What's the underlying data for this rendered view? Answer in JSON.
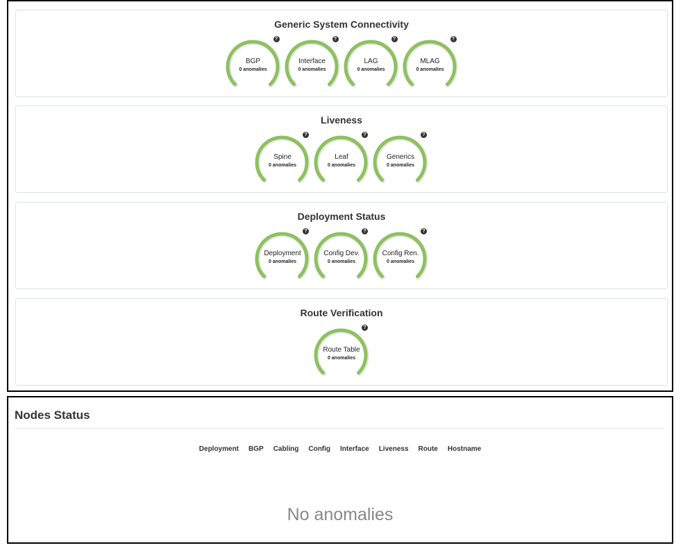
{
  "sections": [
    {
      "title": "Generic System Connectivity",
      "gauges": [
        {
          "label": "BGP",
          "sub": "0 anomalies"
        },
        {
          "label": "Interface",
          "sub": "0 anomalies"
        },
        {
          "label": "LAG",
          "sub": "0 anomalies"
        },
        {
          "label": "MLAG",
          "sub": "0 anomalies"
        }
      ]
    },
    {
      "title": "Liveness",
      "gauges": [
        {
          "label": "Spine",
          "sub": "0 anomalies"
        },
        {
          "label": "Leaf",
          "sub": "0 anomalies"
        },
        {
          "label": "Generics",
          "sub": "0 anomalies"
        }
      ]
    },
    {
      "title": "Deployment Status",
      "gauges": [
        {
          "label": "Deployment",
          "sub": "0 anomalies"
        },
        {
          "label": "Config Dev.",
          "sub": "0 anomalies"
        },
        {
          "label": "Config Ren.",
          "sub": "0 anomalies"
        }
      ]
    },
    {
      "title": "Route Verification",
      "gauges": [
        {
          "label": "Route Table",
          "sub": "0 anomalies"
        }
      ]
    }
  ],
  "help_glyph": "?",
  "nodes_status": {
    "title": "Nodes Status",
    "columns": [
      "Deployment",
      "BGP",
      "Cabling",
      "Config",
      "Interface",
      "Liveness",
      "Route",
      "Hostname"
    ],
    "empty_text": "No anomalies"
  },
  "colors": {
    "gauge_ok": "#8dc15f"
  }
}
